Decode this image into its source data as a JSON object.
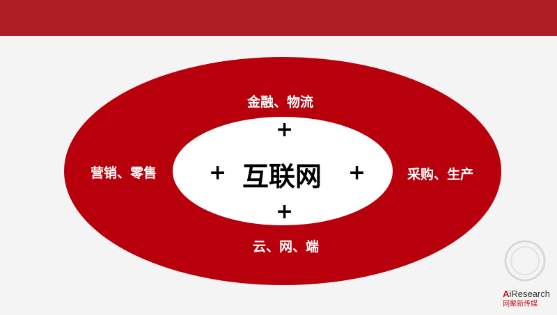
{
  "center": {
    "title": "互联网"
  },
  "ring_labels": {
    "top": "金融、物流",
    "left": "营销、零售",
    "right": "采购、生产",
    "bottom": "云、网、端"
  },
  "plus_sign": "+",
  "brand": {
    "accent": "A",
    "name": "iResearch",
    "sub": "网聚新传媒"
  },
  "colors": {
    "header": "#b01e25",
    "outer_ring": "#b8000c",
    "inner_ellipse": "#ffffff",
    "background": "#f4f4f4"
  }
}
